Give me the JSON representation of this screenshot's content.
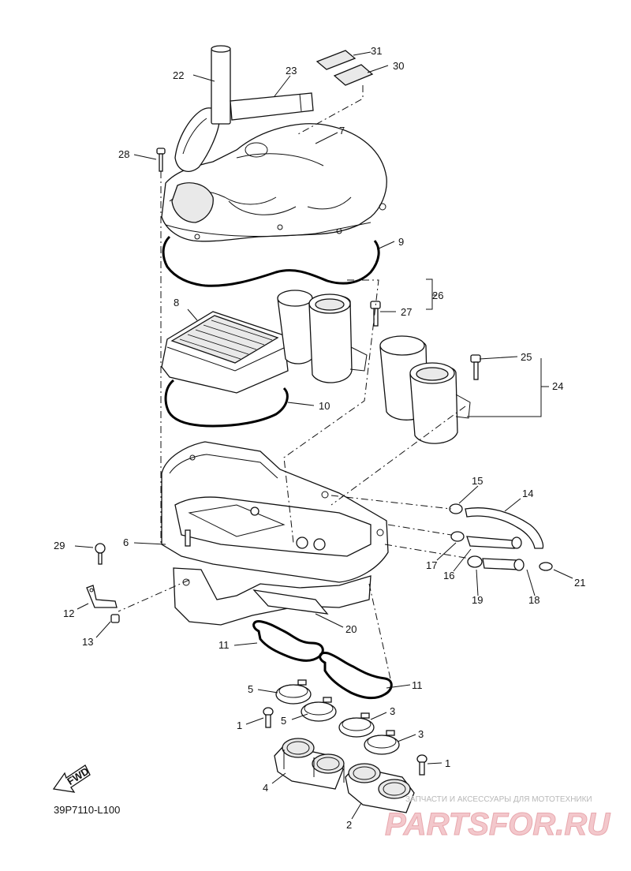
{
  "diagram": {
    "code": "39P7110-L100",
    "fwd_label": "FWD",
    "watermark_small": "ЗАПЧАСТИ И АКСЕССУАРЫ ДЛЯ МОТОТЕХНИКИ",
    "watermark_brand": "PARTSFOR.RU",
    "callouts": [
      "1",
      "1",
      "2",
      "3",
      "3",
      "4",
      "5",
      "5",
      "6",
      "7",
      "8",
      "9",
      "10",
      "11",
      "11",
      "12",
      "13",
      "14",
      "15",
      "16",
      "17",
      "18",
      "19",
      "20",
      "21",
      "22",
      "23",
      "24",
      "25",
      "26",
      "27",
      "28",
      "29",
      "30",
      "31"
    ]
  }
}
